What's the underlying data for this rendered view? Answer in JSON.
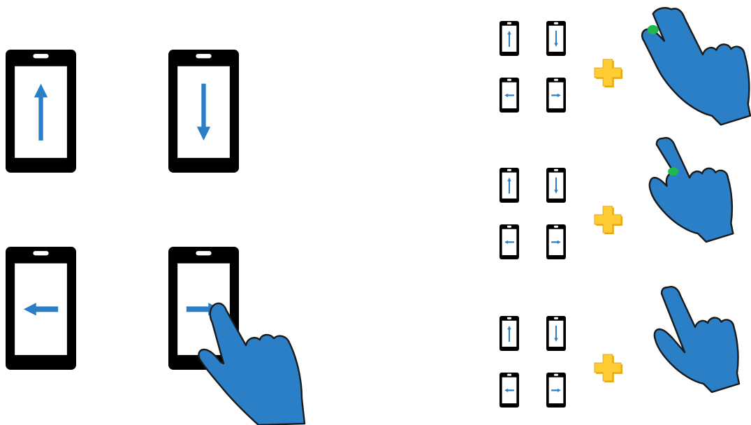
{
  "colors": {
    "phone_body": "#000000",
    "screen": "#ffffff",
    "arrow": "#2a7fc6",
    "hand_fill": "#2a7fc6",
    "hand_outline": "#1a1a1a",
    "plus_fill": "#ffcc33",
    "plus_shade": "#e6a817",
    "touch_dot": "#1fb84a",
    "background": "#ffffff"
  },
  "large_phones": [
    {
      "name": "swipe-up",
      "arrow": "up",
      "finger": false
    },
    {
      "name": "swipe-down",
      "arrow": "down",
      "finger": false
    },
    {
      "name": "swipe-left",
      "arrow": "left",
      "finger": false
    },
    {
      "name": "swipe-right",
      "arrow": "right",
      "finger": true
    }
  ],
  "combo_rows": [
    {
      "name": "thumb-pinch-gesture",
      "phones": [
        "up",
        "down",
        "left",
        "right"
      ],
      "hand": "pinch",
      "touch_point": "thumb-tip"
    },
    {
      "name": "thumb-on-index-gesture",
      "phones": [
        "up",
        "down",
        "left",
        "right"
      ],
      "hand": "thumb-press",
      "touch_point": "index-base"
    },
    {
      "name": "point-gesture",
      "phones": [
        "up",
        "down",
        "left",
        "right"
      ],
      "hand": "point",
      "touch_point": null
    }
  ],
  "icons": {
    "phone": "smartphone-icon",
    "plus": "plus-icon",
    "hand": "hand-icon"
  }
}
